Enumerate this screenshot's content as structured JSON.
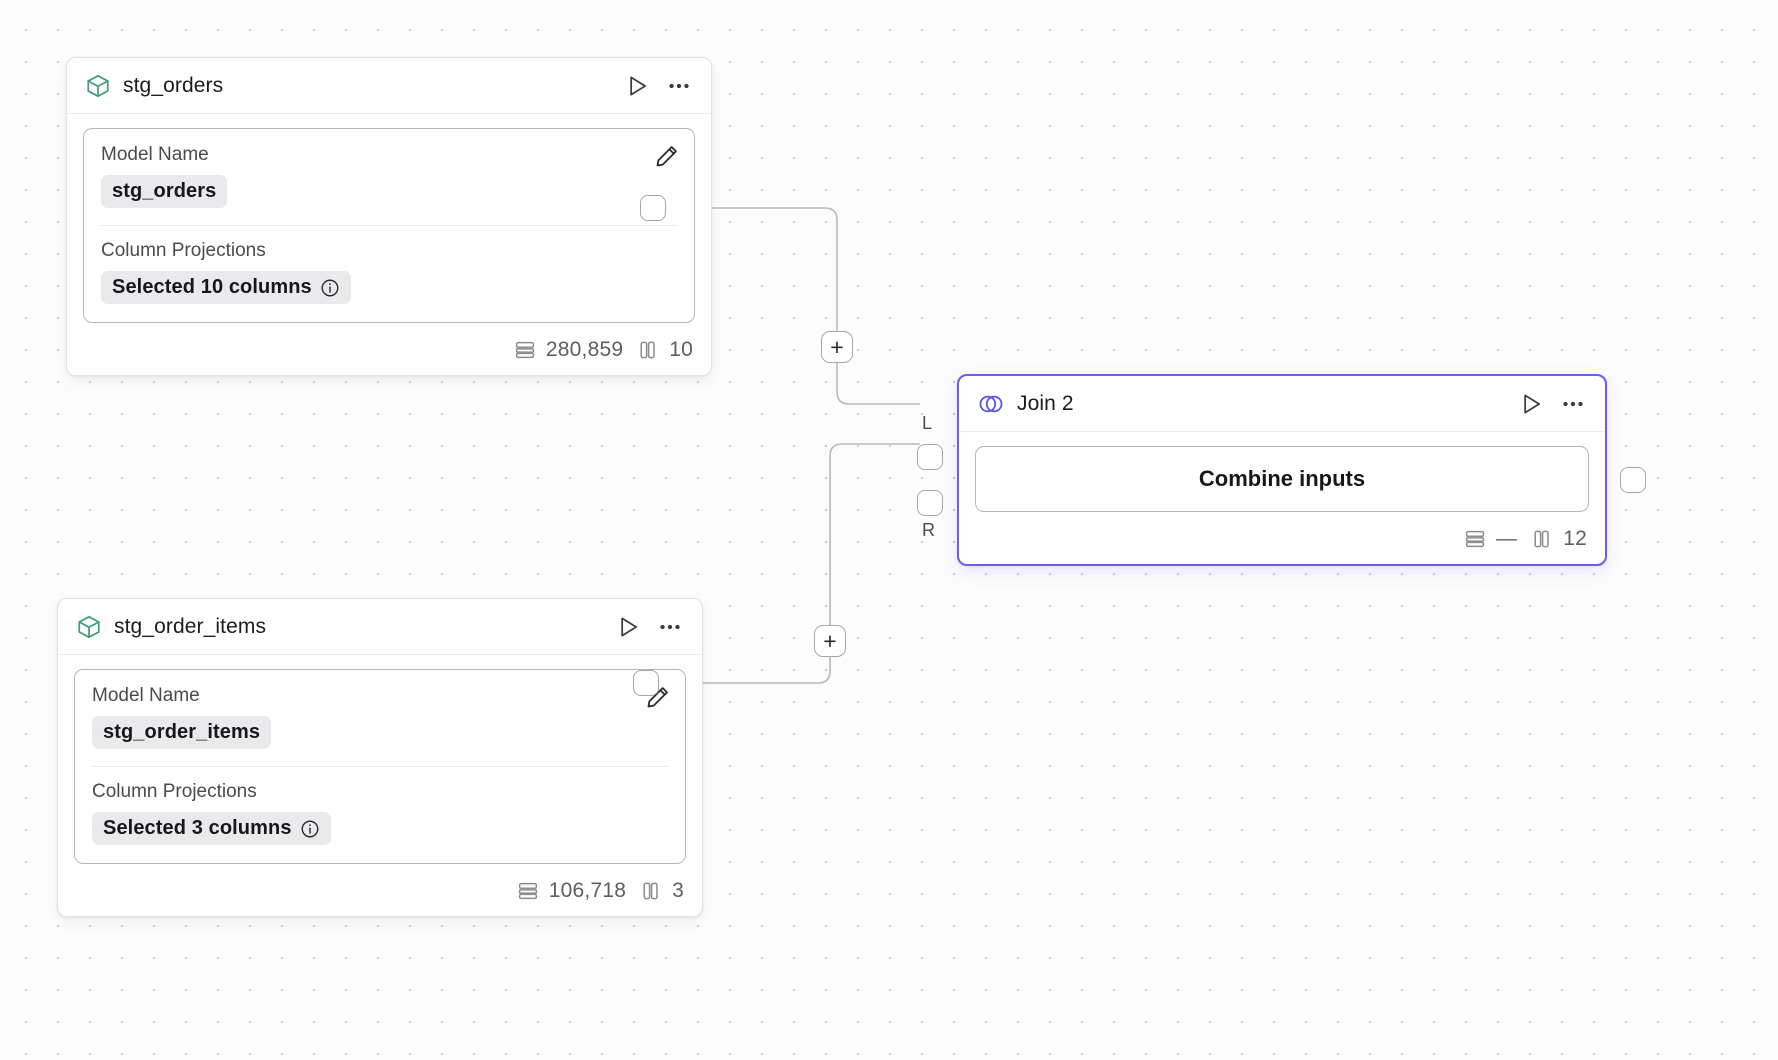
{
  "canvas": {
    "background_color": "#fcfcfc",
    "dot_color": "#c9c9cf",
    "edge_color": "#b9b9bd",
    "accent_color": "#6C5CF5",
    "model_icon_color": "#3f9e77"
  },
  "nodes": [
    {
      "id": "stg_orders",
      "icon": "cube-icon",
      "title": "stg_orders",
      "play_label": "Run",
      "menu_label": "More options",
      "fields": {
        "model_name_label": "Model Name",
        "model_name_value": "stg_orders",
        "column_projections_label": "Column Projections",
        "column_projections_value": "Selected 10 columns",
        "info_icon": "info-icon",
        "edit_icon": "pencil-icon"
      },
      "footer": {
        "rows_icon": "rows-icon",
        "rows": "280,859",
        "columns_icon": "columns-icon",
        "columns": "10"
      }
    },
    {
      "id": "stg_order_items",
      "icon": "cube-icon",
      "title": "stg_order_items",
      "play_label": "Run",
      "menu_label": "More options",
      "fields": {
        "model_name_label": "Model Name",
        "model_name_value": "stg_order_items",
        "column_projections_label": "Column Projections",
        "column_projections_value": "Selected 3 columns",
        "info_icon": "info-icon",
        "edit_icon": "pencil-icon"
      },
      "footer": {
        "rows_icon": "rows-icon",
        "rows": "106,718",
        "columns_icon": "columns-icon",
        "columns": "3"
      }
    },
    {
      "id": "join_2",
      "icon": "venn-join-icon",
      "title": "Join 2",
      "play_label": "Run",
      "menu_label": "More options",
      "selected": true,
      "action_button_label": "Combine inputs",
      "input_handles": [
        {
          "label": "L"
        },
        {
          "label": "R"
        }
      ],
      "footer": {
        "rows_icon": "rows-icon",
        "rows": "—",
        "columns_icon": "columns-icon",
        "columns": "12"
      }
    }
  ],
  "edge_buttons": [
    {
      "label": "+",
      "title": "Add node on this edge"
    },
    {
      "label": "+",
      "title": "Add node on this edge"
    }
  ]
}
